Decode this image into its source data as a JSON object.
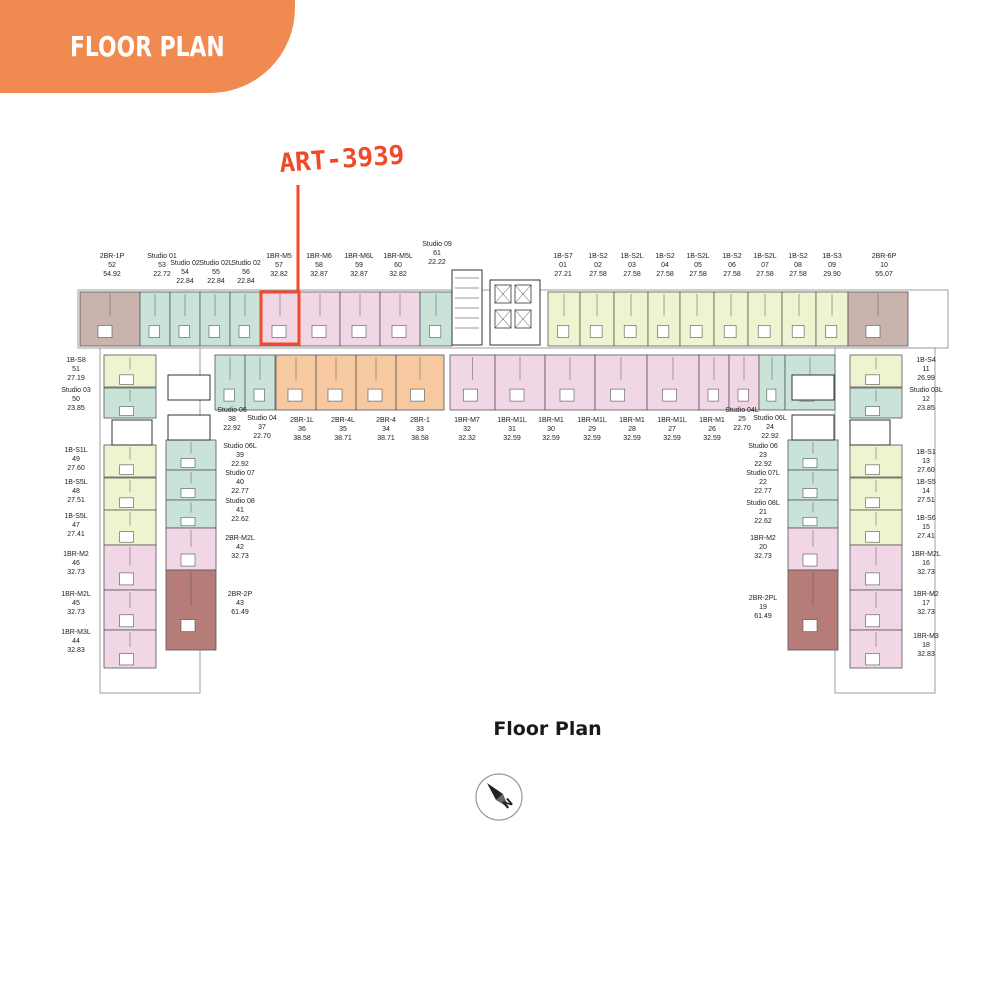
{
  "page": {
    "banner_title": "FLOOR PLAN",
    "caption": "Floor Plan"
  },
  "highlight": {
    "label": "ART-3939",
    "color": "#f04a2a"
  },
  "colors": {
    "studio": "#c9e3d8",
    "one_b": "#f0f3cf",
    "one_br": "#f1d7e6",
    "two_b_orange": "#f7c9a0",
    "two_br_brown": "#b67d78",
    "two_br_tan": "#c8b3ad",
    "corridor": "#ffffff",
    "wall": "#555555"
  },
  "compass": {
    "label": "N"
  },
  "top_units": [
    {
      "type": "2BR-1P",
      "no": "52",
      "area": "54.92"
    },
    {
      "type": "Studio 01",
      "no": "53",
      "area": "22.72"
    },
    {
      "type": "Studio 02",
      "no": "54",
      "area": "22.84"
    },
    {
      "type": "Studio 02L",
      "no": "55",
      "area": "22.84"
    },
    {
      "type": "Studio 02",
      "no": "56",
      "area": "22.84"
    },
    {
      "type": "1BR-M5",
      "no": "57",
      "area": "32.82"
    },
    {
      "type": "1BR-M6",
      "no": "58",
      "area": "32.87"
    },
    {
      "type": "1BR-M6L",
      "no": "59",
      "area": "32.87"
    },
    {
      "type": "1BR-M5L",
      "no": "60",
      "area": "32.82"
    },
    {
      "type": "Studio 09",
      "no": "61",
      "area": "22.22"
    },
    {
      "type": "1B-S7",
      "no": "01",
      "area": "27.21"
    },
    {
      "type": "1B-S2",
      "no": "02",
      "area": "27.58"
    },
    {
      "type": "1B-S2L",
      "no": "03",
      "area": "27.58"
    },
    {
      "type": "1B-S2",
      "no": "04",
      "area": "27.58"
    },
    {
      "type": "1B-S2L",
      "no": "05",
      "area": "27.58"
    },
    {
      "type": "1B-S2",
      "no": "06",
      "area": "27.58"
    },
    {
      "type": "1B-S2L",
      "no": "07",
      "area": "27.58"
    },
    {
      "type": "1B-S2",
      "no": "08",
      "area": "27.58"
    },
    {
      "type": "1B-S3",
      "no": "09",
      "area": "29.90"
    },
    {
      "type": "2BR-6P",
      "no": "10",
      "area": "55.07"
    }
  ],
  "inner_units": [
    {
      "type": "Studio 06",
      "no": "38",
      "area": "22.92"
    },
    {
      "type": "Studio 04",
      "no": "37",
      "area": "22.70"
    },
    {
      "type": "2BR-1L",
      "no": "36",
      "area": "38.58"
    },
    {
      "type": "2BR-4L",
      "no": "35",
      "area": "38.71"
    },
    {
      "type": "2BR-4",
      "no": "34",
      "area": "38.71"
    },
    {
      "type": "2BR-1",
      "no": "33",
      "area": "38.58"
    },
    {
      "type": "1BR-M7",
      "no": "32",
      "area": "32.32"
    },
    {
      "type": "1BR-M1L",
      "no": "31",
      "area": "32.59"
    },
    {
      "type": "1BR-M1",
      "no": "30",
      "area": "32.59"
    },
    {
      "type": "1BR-M1L",
      "no": "29",
      "area": "32.59"
    },
    {
      "type": "1BR-M1",
      "no": "28",
      "area": "32.59"
    },
    {
      "type": "1BR-M1L",
      "no": "27",
      "area": "32.59"
    },
    {
      "type": "1BR-M1",
      "no": "26",
      "area": "32.59"
    },
    {
      "type": "Studio 04L",
      "no": "25",
      "area": "22.70"
    },
    {
      "type": "Studio 06L",
      "no": "24",
      "area": "22.92"
    }
  ],
  "left_outer": [
    {
      "type": "1B-S8",
      "no": "51",
      "area": "27.19"
    },
    {
      "type": "Studio 03",
      "no": "50",
      "area": "23.85"
    },
    {
      "type": "1B-S1L",
      "no": "49",
      "area": "27.60"
    },
    {
      "type": "1B-S5L",
      "no": "48",
      "area": "27.51"
    },
    {
      "type": "1B-S5L",
      "no": "47",
      "area": "27.41"
    },
    {
      "type": "1BR-M2",
      "no": "46",
      "area": "32.73"
    },
    {
      "type": "1BR-M2L",
      "no": "45",
      "area": "32.73"
    },
    {
      "type": "1BR-M3L",
      "no": "44",
      "area": "32.83"
    }
  ],
  "left_inner": [
    {
      "type": "Studio 06L",
      "no": "39",
      "area": "22.92"
    },
    {
      "type": "Studio 07",
      "no": "40",
      "area": "22.77"
    },
    {
      "type": "Studio 08",
      "no": "41",
      "area": "22.62"
    },
    {
      "type": "2BR-M2L",
      "no": "42",
      "area": "32.73"
    },
    {
      "type": "2BR-2P",
      "no": "43",
      "area": "61.49"
    }
  ],
  "right_inner": [
    {
      "type": "Studio 06",
      "no": "23",
      "area": "22.92"
    },
    {
      "type": "Studio 07L",
      "no": "22",
      "area": "22.77"
    },
    {
      "type": "Studio 08L",
      "no": "21",
      "area": "22.62"
    },
    {
      "type": "1BR-M2",
      "no": "20",
      "area": "32.73"
    },
    {
      "type": "2BR-2PL",
      "no": "19",
      "area": "61.49"
    }
  ],
  "right_outer": [
    {
      "type": "1B-S4",
      "no": "11",
      "area": "26.99"
    },
    {
      "type": "Studio 03L",
      "no": "12",
      "area": "23.85"
    },
    {
      "type": "1B-S1",
      "no": "13",
      "area": "27.60"
    },
    {
      "type": "1B-S5",
      "no": "14",
      "area": "27.51"
    },
    {
      "type": "1B-S6",
      "no": "15",
      "area": "27.41"
    },
    {
      "type": "1BR-M2L",
      "no": "16",
      "area": "32.73"
    },
    {
      "type": "1BR-M2",
      "no": "17",
      "area": "32.73"
    },
    {
      "type": "1BR-M3",
      "no": "18",
      "area": "32.83"
    }
  ]
}
